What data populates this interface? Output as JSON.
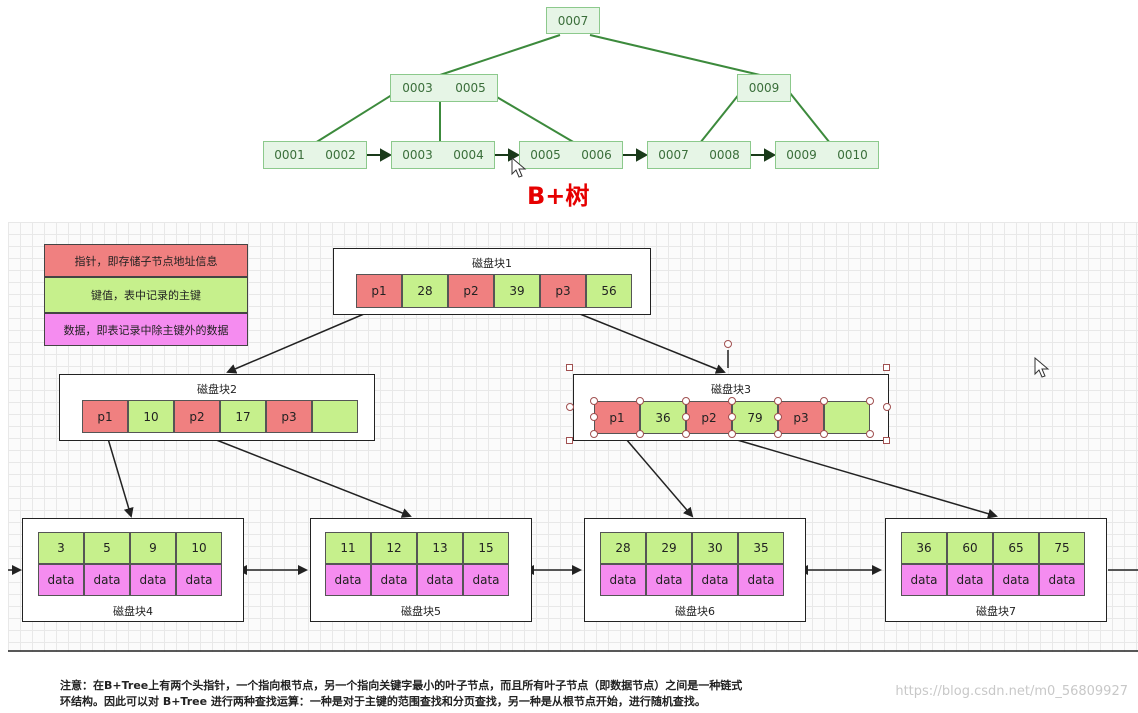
{
  "top_tree": {
    "root": [
      "0007"
    ],
    "level2_left": [
      "0003",
      "0005"
    ],
    "level2_right": [
      "0009"
    ],
    "leaves": [
      [
        "0001",
        "0002"
      ],
      [
        "0003",
        "0004"
      ],
      [
        "0005",
        "0006"
      ],
      [
        "0007",
        "0008"
      ],
      [
        "0009",
        "0010"
      ]
    ],
    "title": "B+树"
  },
  "legend": {
    "pointer": "指针，即存储子节点地址信息",
    "key": "键值，表中记录的主键",
    "data": "数据，即表记录中除主键外的数据"
  },
  "blocks": {
    "block1": {
      "label": "磁盘块1",
      "cells": [
        "p1",
        "28",
        "p2",
        "39",
        "p3",
        "56"
      ]
    },
    "block2": {
      "label": "磁盘块2",
      "cells": [
        "p1",
        "10",
        "p2",
        "17",
        "p3",
        ""
      ]
    },
    "block3": {
      "label": "磁盘块3",
      "cells": [
        "p1",
        "36",
        "p2",
        "79",
        "p3",
        ""
      ]
    },
    "block4": {
      "label": "磁盘块4",
      "keys": [
        "3",
        "5",
        "9",
        "10"
      ],
      "data": [
        "data",
        "data",
        "data",
        "data"
      ]
    },
    "block5": {
      "label": "磁盘块5",
      "keys": [
        "11",
        "12",
        "13",
        "15"
      ],
      "data": [
        "data",
        "data",
        "data",
        "data"
      ]
    },
    "block6": {
      "label": "磁盘块6",
      "keys": [
        "28",
        "29",
        "30",
        "35"
      ],
      "data": [
        "data",
        "data",
        "data",
        "data"
      ]
    },
    "block7": {
      "label": "磁盘块7",
      "keys": [
        "36",
        "60",
        "65",
        "75"
      ],
      "data": [
        "data",
        "data",
        "data",
        "data"
      ]
    }
  },
  "note": {
    "line1": "注意：在B+Tree上有两个头指针，一个指向根节点，另一个指向关键字最小的叶子节点，而且所有叶子节点（即数据节点）之间是一种链式",
    "line2": "环结构。因此可以对 B+Tree 进行两种查找运算：一种是对于主键的范围查找和分页查找，另一种是从根节点开始，进行随机查找。"
  },
  "watermark": "https://blog.csdn.net/m0_56809927",
  "colors": {
    "pointer": "#f08080",
    "key": "#c6f08c",
    "data": "#f58cf0",
    "tree_node": "#e6f5e6",
    "tree_line": "#3c8a3c",
    "title": "#e60000"
  }
}
